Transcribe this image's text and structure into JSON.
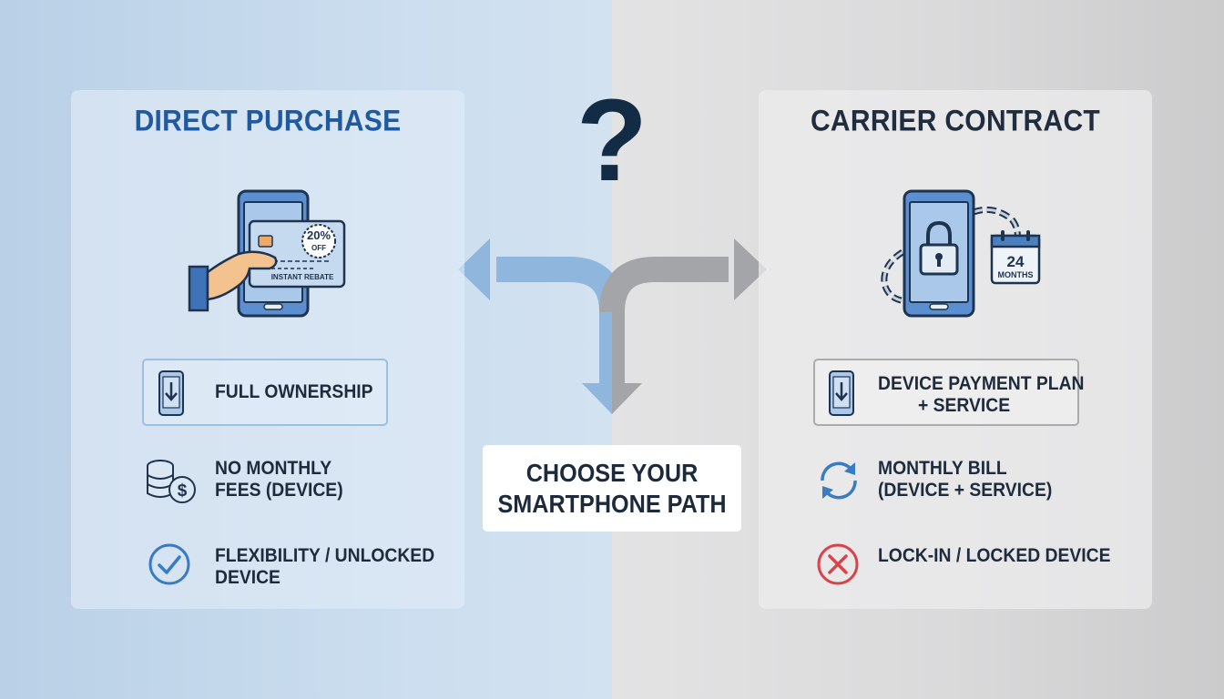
{
  "center": {
    "question": "?",
    "prompt_line1": "CHOOSE YOUR",
    "prompt_line2": "SMARTPHONE PATH"
  },
  "left_panel": {
    "title": "DIRECT PURCHASE",
    "illustration": {
      "discount_badge": "20%",
      "badge_sub": "OFF",
      "card_caption": "INSTANT REBATE"
    },
    "features": [
      {
        "icon": "phone-download-icon",
        "line1": "FULL OWNERSHIP",
        "line2": ""
      },
      {
        "icon": "coins-dollar-icon",
        "line1": "NO MONTHLY",
        "line2": "FEES (DEVICE)"
      },
      {
        "icon": "check-circle-icon",
        "line1": "FLEXIBILITY / UNLOCKED",
        "line2": "DEVICE"
      }
    ]
  },
  "right_panel": {
    "title": "CARRIER CONTRACT",
    "illustration": {
      "calendar_number": "24",
      "calendar_label": "MONTHS"
    },
    "features": [
      {
        "icon": "phone-download-icon",
        "line1": "DEVICE PAYMENT PLAN",
        "line2": "+ SERVICE"
      },
      {
        "icon": "refresh-cycle-icon",
        "line1": "MONTHLY BILL",
        "line2": "(DEVICE + SERVICE)"
      },
      {
        "icon": "x-circle-icon",
        "line1": "LOCK-IN / LOCKED DEVICE",
        "line2": ""
      }
    ]
  },
  "colors": {
    "left_accent": "#1f5aa1",
    "right_text": "#1f2d3e",
    "check_blue": "#3a7cc4",
    "cross_red": "#d9434b",
    "arrow_left": "#8fb6dc",
    "arrow_right": "#a3a5a8"
  }
}
